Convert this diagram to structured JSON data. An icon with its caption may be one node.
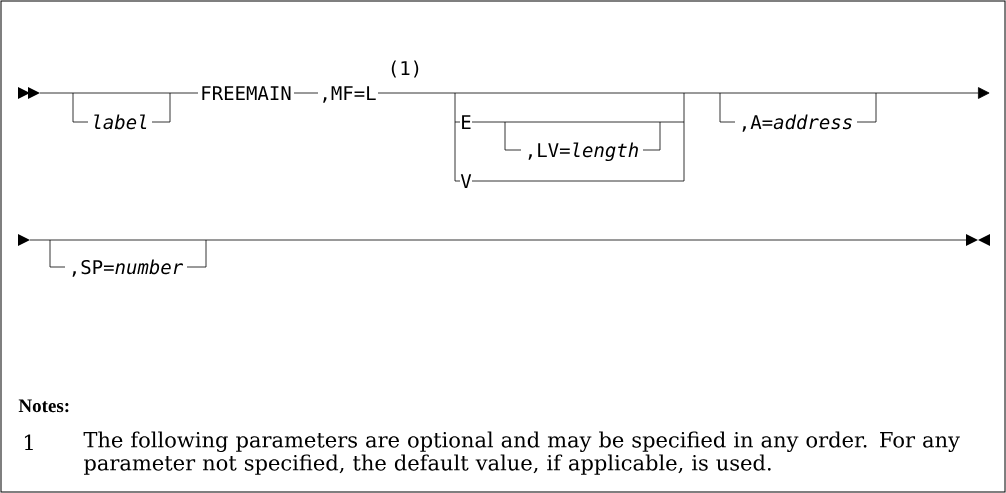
{
  "diagram": {
    "labels": [
      "(1)",
      "label",
      "FREEMAIN",
      ",MF=L",
      "E",
      ",LV=*length*",
      "V",
      ",A=*address*",
      ",SP=*number*",
      "Notes:",
      "1",
      "The following parameters are optional and may be specified in any order. For any parameter not specified, the default value, if applicable, is used."
    ]
  }
}
